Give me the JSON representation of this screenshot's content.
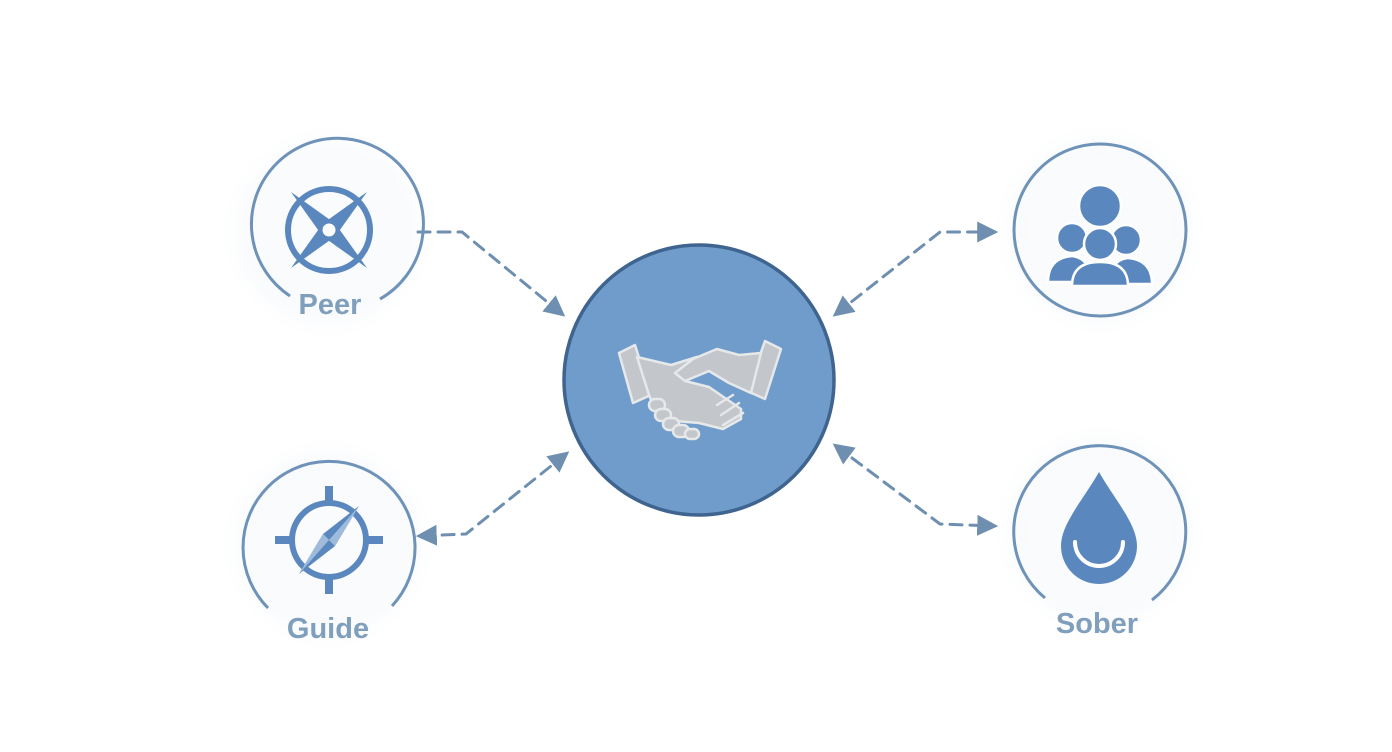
{
  "diagram": {
    "center_node": {
      "icon": "handshake-icon"
    },
    "nodes": [
      {
        "id": "peer",
        "label": "Peer",
        "icon": "compass-star-icon"
      },
      {
        "id": "guide",
        "label": "Guide",
        "icon": "compass-icon"
      },
      {
        "id": "community",
        "label": "",
        "icon": "group-people-icon"
      },
      {
        "id": "sober",
        "label": "Sober",
        "icon": "water-drop-icon"
      }
    ],
    "connectors": [
      {
        "from": "peer",
        "to": "center",
        "direction": "to-center"
      },
      {
        "from": "center",
        "to": "guide",
        "direction": "both"
      },
      {
        "from": "center",
        "to": "community",
        "direction": "both"
      },
      {
        "from": "center",
        "to": "sober",
        "direction": "both"
      }
    ]
  },
  "colors": {
    "ring": "#6e92b8",
    "center_fill": "#6f9ccb",
    "center_border": "#3f648f",
    "icon_blue": "#5a87be",
    "handshake": "#c3c6ca",
    "connector": "#6f8fb0",
    "label": "#7f9fbd"
  }
}
